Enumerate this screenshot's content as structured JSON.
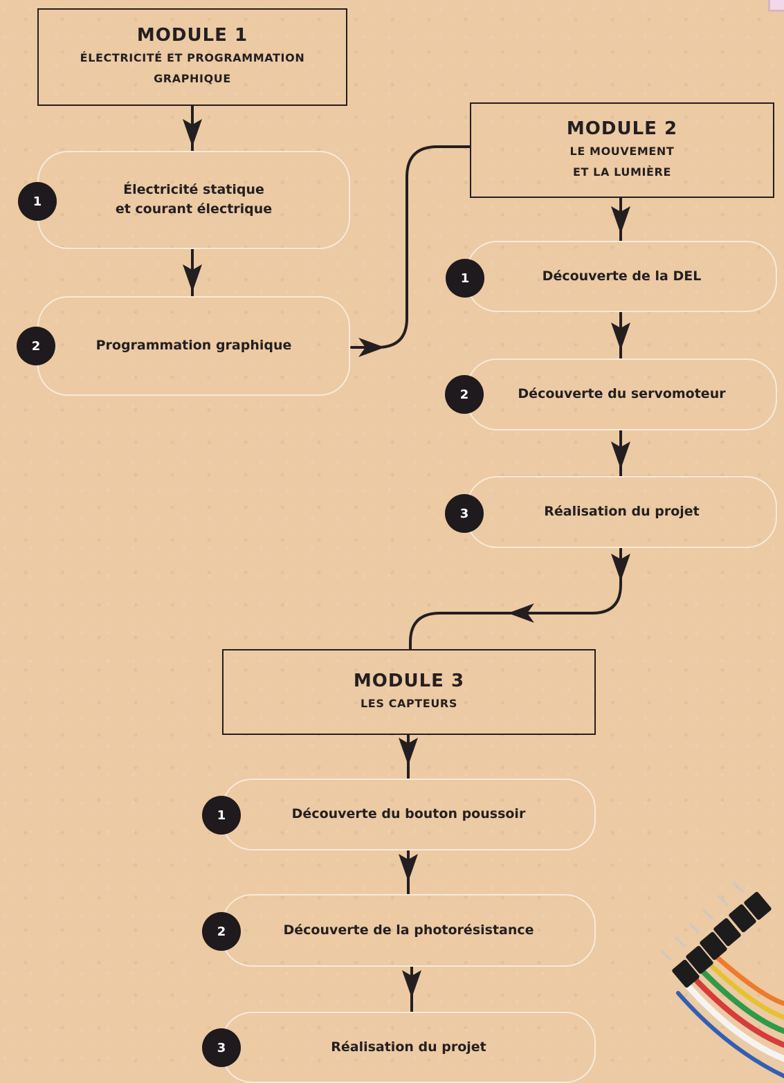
{
  "modules": [
    {
      "title": "MODULE 1",
      "subtitle_line1": "ÉLECTRICITÉ ET PROGRAMMATION",
      "subtitle_line2": "GRAPHIQUE"
    },
    {
      "title": "MODULE 2",
      "subtitle_line1": "LE MOUVEMENT",
      "subtitle_line2": "ET LA LUMIÈRE"
    },
    {
      "title": "MODULE 3",
      "subtitle_line1": "LES CAPTEURS"
    }
  ],
  "steps": {
    "module1": [
      {
        "number": "1",
        "line1": "Électricité statique",
        "line2": "et courant électrique"
      },
      {
        "number": "2",
        "line1": "Programmation graphique"
      }
    ],
    "module2": [
      {
        "number": "1",
        "line1": "Découverte de la DEL"
      },
      {
        "number": "2",
        "line1": "Découverte du servomoteur"
      },
      {
        "number": "3",
        "line1": "Réalisation du projet"
      }
    ],
    "module3": [
      {
        "number": "1",
        "line1": "Découverte du bouton poussoir"
      },
      {
        "number": "2",
        "line1": "Découverte de la photorésistance"
      },
      {
        "number": "3",
        "line1": "Réalisation du projet"
      }
    ]
  },
  "colors": {
    "background": "#eccaa3",
    "ink": "#231f20",
    "badge": "#1e1a1d",
    "step_border": "#f7ebdc"
  }
}
